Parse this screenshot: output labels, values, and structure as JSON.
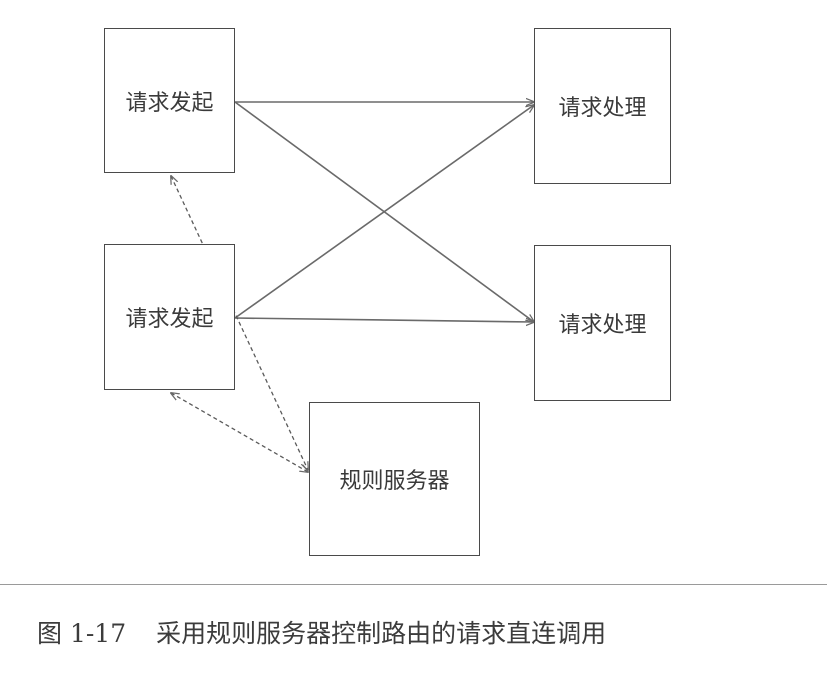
{
  "nodes": {
    "initiator_top": "请求发起",
    "initiator_bottom": "请求发起",
    "handler_top": "请求处理",
    "handler_bottom": "请求处理",
    "rule_server": "规则服务器"
  },
  "caption": {
    "number": "图 1-17",
    "text": "采用规则服务器控制路由的请求直连调用"
  },
  "colors": {
    "line": "#6a6a6a",
    "border": "#4a4a4a",
    "text": "#3a3a3a"
  }
}
